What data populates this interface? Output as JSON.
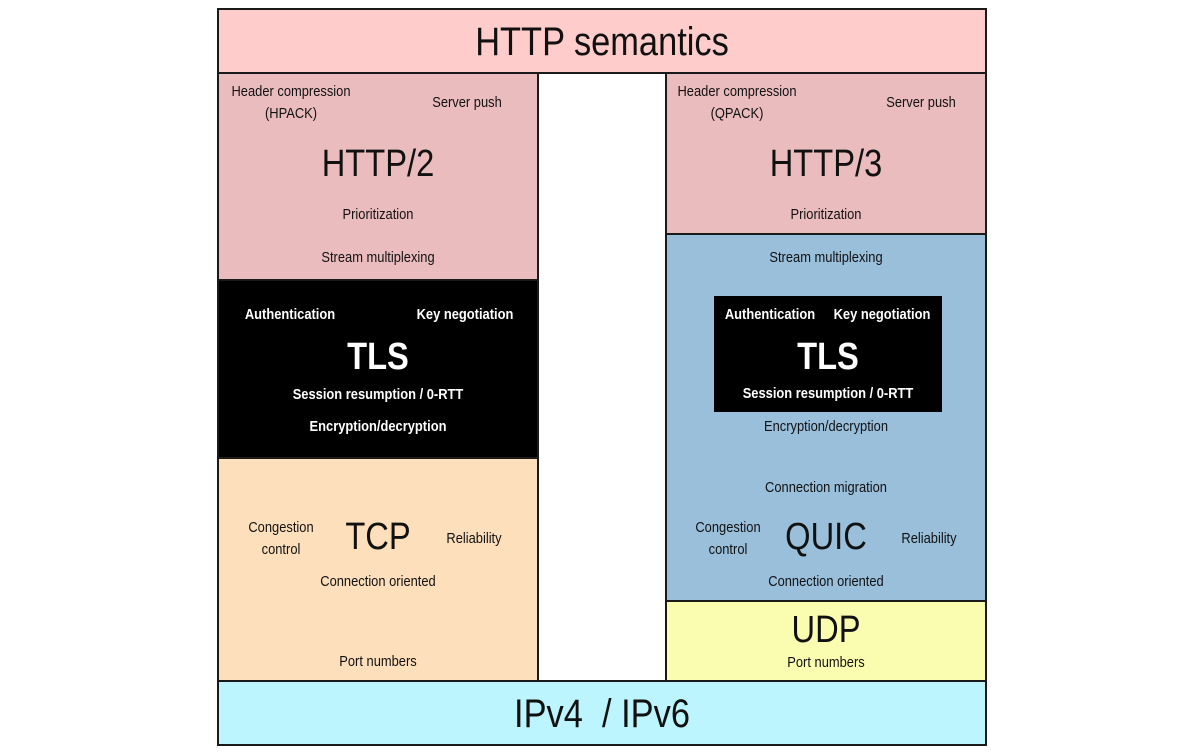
{
  "http_semantics": {
    "title": "HTTP semantics"
  },
  "http2": {
    "title": "HTTP/2",
    "header_compression": "Header compression",
    "hpack": "(HPACK)",
    "server_push": "Server push",
    "prioritization": "Prioritization",
    "stream_multiplexing": "Stream multiplexing"
  },
  "tls_left": {
    "title": "TLS",
    "authentication": "Authentication",
    "key_negotiation": "Key negotiation",
    "session_resumption": "Session resumption / 0-RTT",
    "encryption": "Encryption/decryption"
  },
  "tcp": {
    "title": "TCP",
    "congestion_line1": "Congestion",
    "congestion_line2": "control",
    "reliability": "Reliability",
    "connection_oriented": "Connection oriented",
    "port_numbers": "Port numbers"
  },
  "http3": {
    "title": "HTTP/3",
    "header_compression": "Header compression",
    "qpack": "(QPACK)",
    "server_push": "Server push",
    "prioritization": "Prioritization"
  },
  "quic": {
    "title": "QUIC",
    "stream_multiplexing": "Stream multiplexing",
    "encryption": "Encryption/decryption",
    "connection_migration": "Connection migration",
    "congestion_line1": "Congestion",
    "congestion_line2": "control",
    "reliability": "Reliability",
    "connection_oriented": "Connection oriented"
  },
  "tls_right": {
    "title": "TLS",
    "authentication": "Authentication",
    "key_negotiation": "Key negotiation",
    "session_resumption": "Session resumption / 0-RTT"
  },
  "udp": {
    "title": "UDP",
    "port_numbers": "Port numbers"
  },
  "ip": {
    "title": "IPv4  / IPv6"
  },
  "colors": {
    "http_semantics": "#ffcccc",
    "http_layer": "#ebbcbe",
    "tls": "#000000",
    "tcp": "#fddfbc",
    "quic": "#99bfdb",
    "udp": "#fafdb0",
    "ip": "#bcf5fd"
  }
}
